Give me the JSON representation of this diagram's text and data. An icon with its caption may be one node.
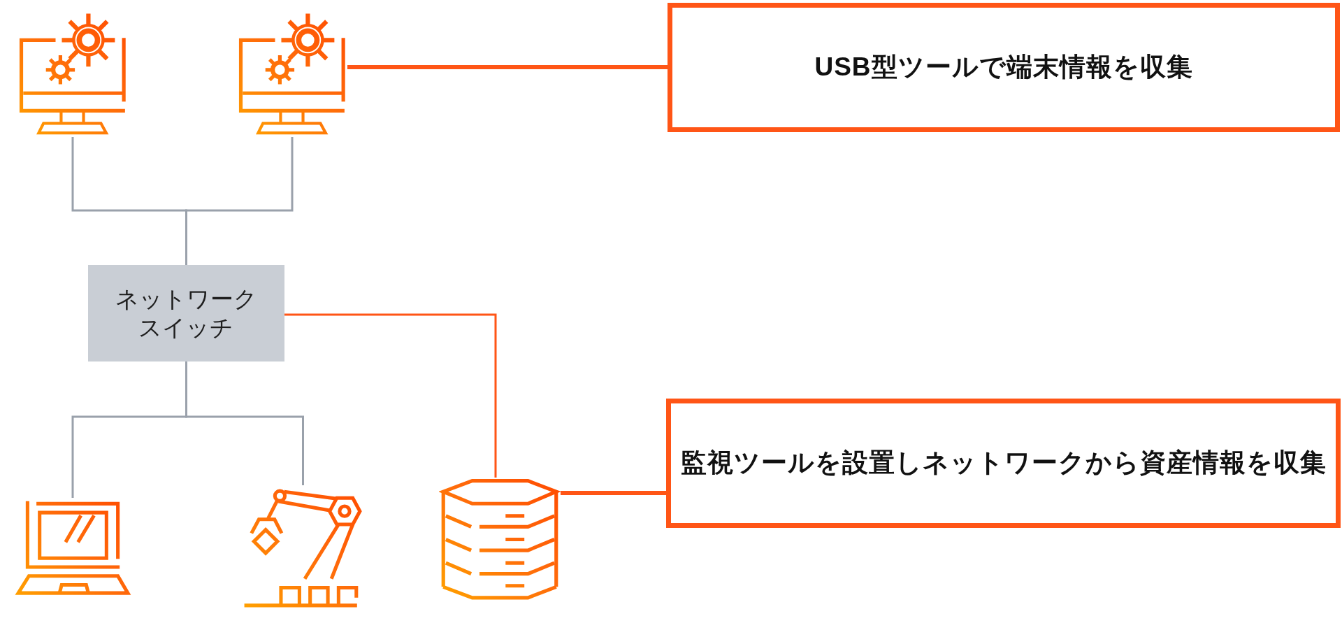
{
  "diagram": {
    "nodes": [
      {
        "text": [],
        "shape": "picture"
      },
      {
        "text": [],
        "shape": "picture"
      },
      {
        "text": [
          "USB型ツールで端末情報を収集"
        ]
      },
      {
        "text": [
          "ネットワークスイッチ"
        ]
      },
      {
        "text": [],
        "shape": "picture"
      },
      {
        "text": [],
        "shape": "picture"
      },
      {
        "text": [],
        "shape": "picture"
      },
      {
        "text": [
          "監視ツールを設置しネットワークから資産情報を収集"
        ]
      }
    ],
    "edges": [
      {
        "from": 0,
        "to": 3,
        "arrow": "none"
      },
      {
        "from": 1,
        "to": 3,
        "arrow": "none"
      },
      {
        "from": 1,
        "to": 2,
        "arrow": "none",
        "style": "thick",
        "color": "#ff5516"
      },
      {
        "from": 3,
        "to": 4,
        "arrow": "none"
      },
      {
        "from": 3,
        "to": 5,
        "arrow": "none"
      },
      {
        "from": 3,
        "to": 6,
        "arrow": "none",
        "color": "#ff5516"
      },
      {
        "from": 6,
        "to": 7,
        "arrow": "none",
        "style": "thick",
        "color": "#ff5516"
      }
    ]
  }
}
